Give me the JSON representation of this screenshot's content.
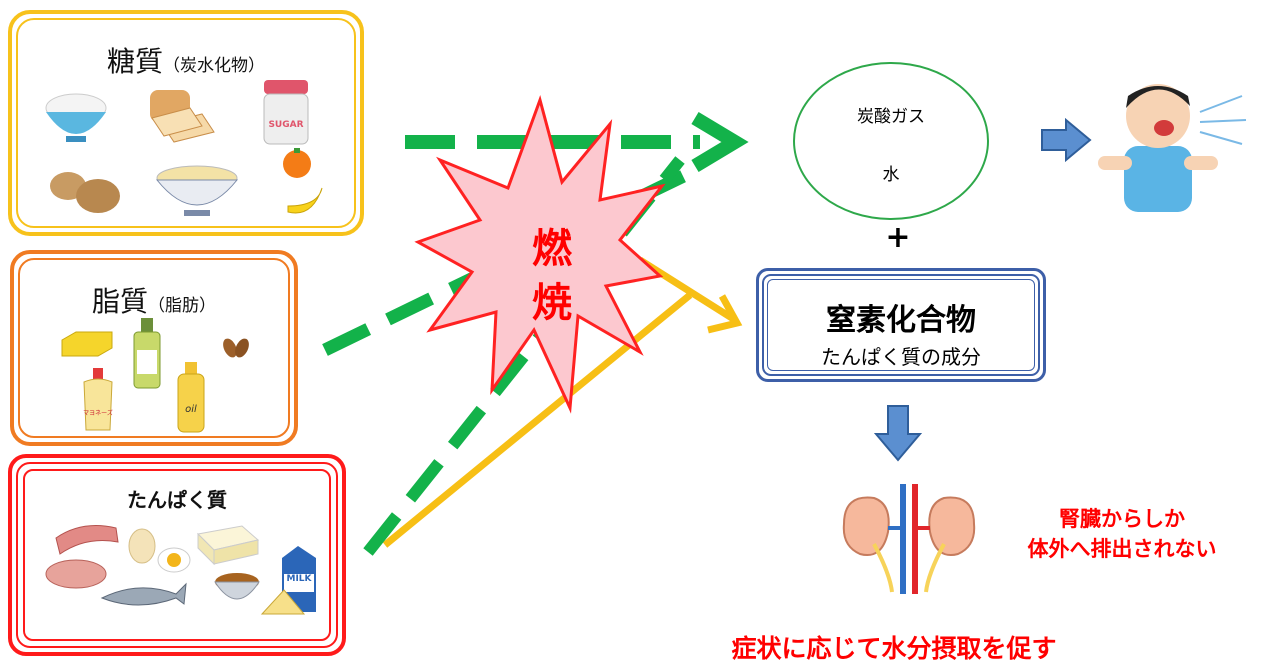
{
  "nutrients": {
    "carbs": {
      "title": "糖質",
      "sub": "（炭水化物）"
    },
    "fat": {
      "title": "脂質",
      "sub": "（脂肪）"
    },
    "protein": {
      "title": "たんぱく質"
    }
  },
  "food_labels": {
    "sugar": "SUGAR",
    "oil": "oil",
    "milk": "MILK",
    "mayo": "マヨネーズ"
  },
  "burn": {
    "line1": "燃",
    "line2": "焼"
  },
  "products": {
    "line1": "炭酸ガス",
    "line2": "水"
  },
  "plus": "+",
  "nitrogen": {
    "title": "窒素化合物",
    "sub": "たんぱく質の成分"
  },
  "kidney_note": {
    "line1": "腎臓からしか",
    "line2": "体外へ排出されない"
  },
  "bottom_note": "症状に応じて水分摂取を促す",
  "colors": {
    "carbs_border": "#f7c21b",
    "fat_border": "#f07b22",
    "protein_border": "#ff1a1a",
    "green_arrow": "#13b24a",
    "yellow_arrow": "#f7bf15",
    "burst_fill": "#fcc8cf",
    "burst_stroke": "#ff2222",
    "nitrogen_border": "#3d5fa8",
    "blue_arrow": "#5b8fd0",
    "circle_border": "#2ea84a",
    "note_red": "#ff0000"
  }
}
